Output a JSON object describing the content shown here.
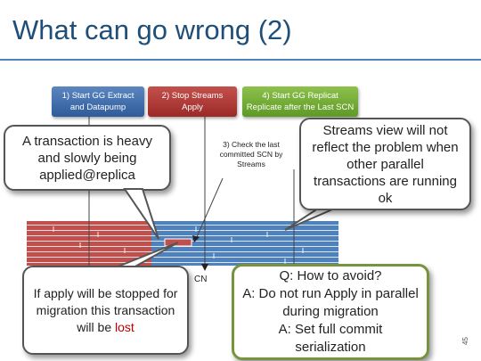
{
  "slide": {
    "title": "What can go wrong (2)",
    "page_number": "45"
  },
  "steps": {
    "step1": "1) Start GG Extract and Datapump",
    "step2": "2) Stop Streams Apply",
    "step3": "3) Check the last committed SCN by Streams",
    "step4": "4) Start GG Replicat Replicate after the Last SCN"
  },
  "callouts": {
    "heavy_transaction": "A transaction is heavy and slowly being applied@replica",
    "streams_view": "Streams view will not reflect the problem when other parallel transactions are running ok",
    "apply_stopped_prefix": "If apply will be stopped for migration this transaction will be ",
    "apply_stopped_lost": "lost",
    "qa": {
      "question": "Q: How to avoid?",
      "answer1": "A: Do not run Apply in parallel during migration",
      "answer2": "A: Set full commit serialization"
    }
  },
  "labels": {
    "scn": "CN"
  },
  "colors": {
    "title": "#1f4e79",
    "red_transactions": "#c0504d",
    "blue_transactions": "#4f81bd",
    "green_step": "#77933c",
    "lost": "#c00000"
  }
}
